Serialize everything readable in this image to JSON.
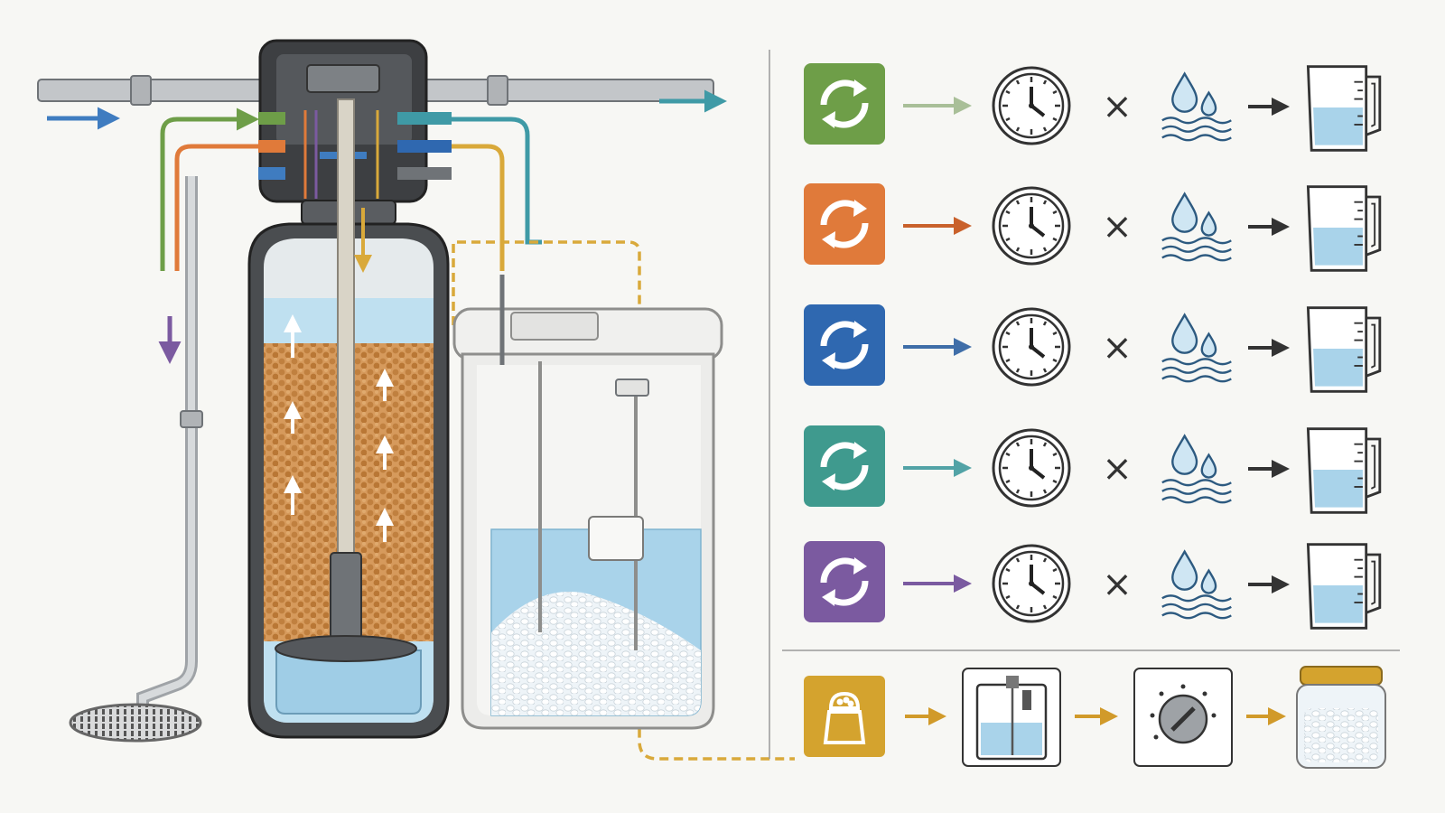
{
  "colors": {
    "background": "#f7f7f4",
    "pipe": "#b9bcbf",
    "pipe_dark": "#6f7377",
    "valve_head": "#3d3f42",
    "tank_shell": "#4a4d50",
    "water": "#a9d3ea",
    "resin": "#c98b4e",
    "resin_dot": "#b06f33",
    "brine_tank": "#ececea",
    "salt": "#ffffff",
    "flow_in": "#3f7cc0",
    "flow_out": "#3f9aa6",
    "divider": "#9a9a9a"
  },
  "cycles": [
    {
      "name": "cycle-green",
      "color": "#6e9e48",
      "arrow_color": "#a9bf98",
      "icon": "recycle-icon"
    },
    {
      "name": "cycle-orange",
      "color": "#e07a3a",
      "arrow_color": "#c9612b",
      "icon": "recycle-icon"
    },
    {
      "name": "cycle-blue",
      "color": "#2f68b0",
      "arrow_color": "#3f6ea8",
      "icon": "recycle-icon"
    },
    {
      "name": "cycle-teal",
      "color": "#3f9a8e",
      "arrow_color": "#52a3a6",
      "icon": "recycle-icon"
    },
    {
      "name": "cycle-purple",
      "color": "#7b5aa0",
      "arrow_color": "#7a5aa0",
      "icon": "recycle-icon"
    }
  ],
  "row_icons": {
    "timer": "clock-icon",
    "operator": "multiply-icon",
    "flow": "water-drops-icon",
    "result": "measuring-pitcher-icon"
  },
  "operator_symbol": "×",
  "salt_row": {
    "color": "#d4a32e",
    "arrow_color": "#d19a2a",
    "icons": [
      "salt-shaker-icon",
      "brine-tank-icon",
      "dial-knob-icon",
      "salt-jar-icon"
    ]
  }
}
